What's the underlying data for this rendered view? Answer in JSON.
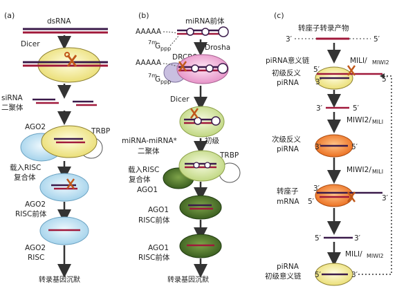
{
  "panels": {
    "a": {
      "label": "(a)",
      "dsrna": "dsRNA",
      "dicer": "Dicer",
      "sirna": [
        "siRNA",
        "二聚体"
      ],
      "ago2": "AGO2",
      "trbp": "TRBP",
      "loaded_risc": [
        "载入RISC",
        "复合体"
      ],
      "ago2_pre": [
        "AGO2",
        "RISC前体"
      ],
      "ago2_risc": [
        "AGO2",
        "RISC"
      ],
      "result": "转录基因沉默"
    },
    "b": {
      "label": "(b)",
      "mirna_pre": "miRNA前体",
      "aaaaa_1": "AAAAA",
      "aaaaa_2": "AAAAA",
      "cap_m7": "7m",
      "cap_g": "G",
      "cap_ppp": "ppp",
      "drosha": "Drosha",
      "drcr8": "DRCR8",
      "dicer": "Dicer",
      "duplex": [
        "miRNA-miRNA*",
        "二聚体"
      ],
      "primary": "初级",
      "trbp": "TRBP",
      "loaded_risc": [
        "载入RISC",
        "复合体"
      ],
      "ago1": "AGO1",
      "ago1_pre": [
        "AGO1",
        "RISC前体"
      ],
      "ago1_risc": [
        "AGO1",
        "RISC前体"
      ],
      "result": "转录基因沉默"
    },
    "c": {
      "label": "(c)",
      "transcript": "转座子转录产物",
      "sense": "piRNA意义链",
      "primary_anti": [
        "初级反义",
        "piRNA"
      ],
      "mili_miwi2_main": "MILI/",
      "mili_miwi2_sub": "MIWI2",
      "miwi2_mili_1_main": "MIWI2/",
      "miwi2_mili_1_sub": "MILI",
      "secondary_anti": [
        "次级反义",
        "piRNA"
      ],
      "miwi2_mili_2_main": "MIWI2/",
      "miwi2_mili_2_sub": "MILI",
      "transposon_mrna": [
        "转座子",
        "mRNA"
      ],
      "mili_miwi2_2_main": "MILI/",
      "mili_miwi2_2_sub": "MIWI2",
      "sense_final": [
        "piRNA",
        "初级意义链"
      ],
      "p3": "3′",
      "p5": "5′"
    }
  },
  "colors": {
    "strand_dark": "#3a1a4a",
    "strand_red": "#a0183a",
    "yellow": "#f4ec9c",
    "blue": "#bfe1f2",
    "pink": "#f2a8d6",
    "green_light": "#dbe9a8",
    "green_dark": "#3f6a22",
    "orange": "#f07a28",
    "lilac": "#c9bfe0",
    "scissors": "#c0581a"
  }
}
